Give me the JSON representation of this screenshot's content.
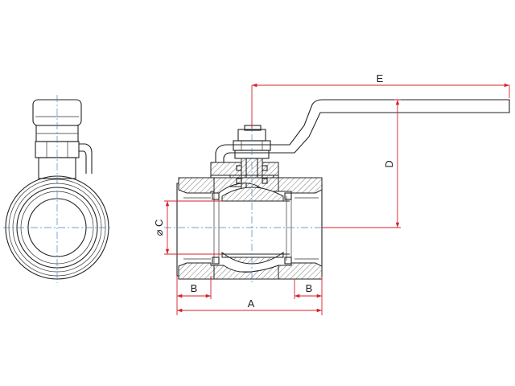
{
  "dimensions": {
    "a_label": "A",
    "b_left_label": "B",
    "b_right_label": "B",
    "c_label": "⌀ C",
    "d_label": "D",
    "e_label": "E"
  },
  "colors": {
    "outline": "#222222",
    "dimension": "#d6202a",
    "centerline": "#4a7fc8"
  }
}
